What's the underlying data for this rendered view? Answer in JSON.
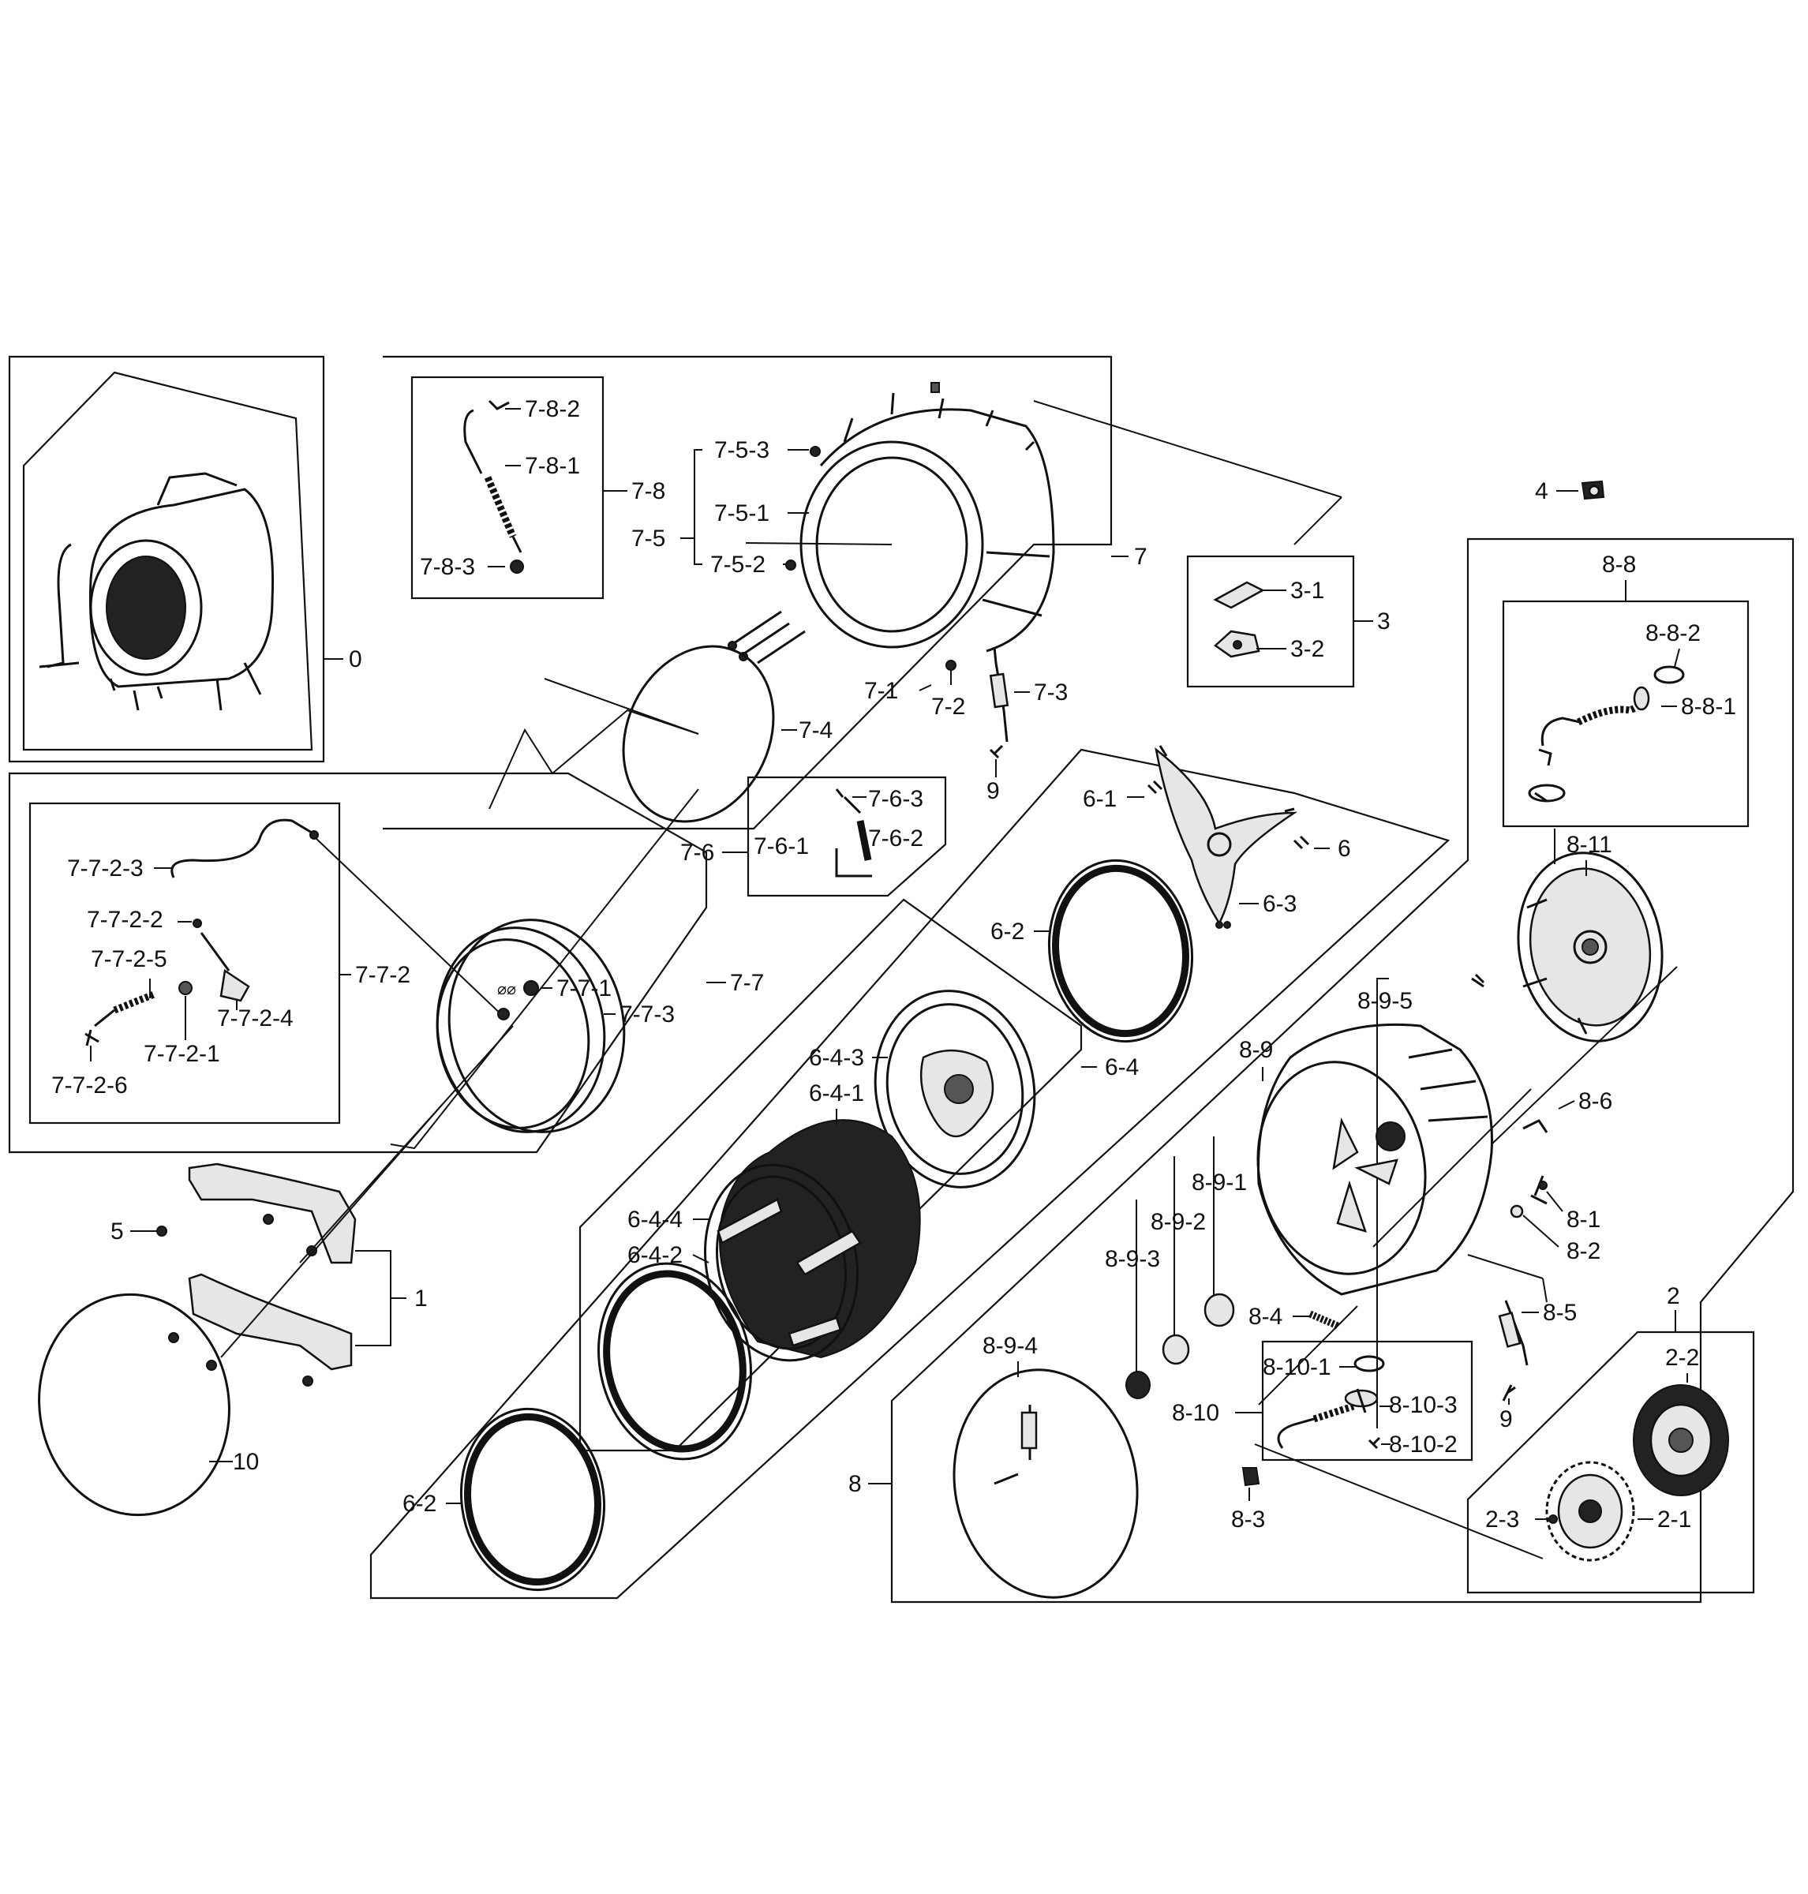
{
  "labels": {
    "l0": "0",
    "l1": "1",
    "l2": "2",
    "l2_1": "2-1",
    "l2_2": "2-2",
    "l2_3": "2-3",
    "l3": "3",
    "l3_1": "3-1",
    "l3_2": "3-2",
    "l4": "4",
    "l5": "5",
    "l6": "6",
    "l6_1": "6-1",
    "l6_2a": "6-2",
    "l6_2b": "6-2",
    "l6_3": "6-3",
    "l6_4": "6-4",
    "l6_4_1": "6-4-1",
    "l6_4_2": "6-4-2",
    "l6_4_3": "6-4-3",
    "l6_4_4": "6-4-4",
    "l7": "7",
    "l7_1": "7-1",
    "l7_2": "7-2",
    "l7_3": "7-3",
    "l7_4": "7-4",
    "l7_5": "7-5",
    "l7_5_1": "7-5-1",
    "l7_5_2": "7-5-2",
    "l7_5_3": "7-5-3",
    "l7_6": "7-6",
    "l7_6_1": "7-6-1",
    "l7_6_2": "7-6-2",
    "l7_6_3": "7-6-3",
    "l7_7": "7-7",
    "l7_7_1": "7-7-1",
    "l7_7_2": "7-7-2",
    "l7_7_3": "7-7-3",
    "l7_7_2_1": "7-7-2-1",
    "l7_7_2_2": "7-7-2-2",
    "l7_7_2_3": "7-7-2-3",
    "l7_7_2_4": "7-7-2-4",
    "l7_7_2_5": "7-7-2-5",
    "l7_7_2_6": "7-7-2-6",
    "l7_8": "7-8",
    "l7_8_1": "7-8-1",
    "l7_8_2": "7-8-2",
    "l7_8_3": "7-8-3",
    "l8": "8",
    "l8_1": "8-1",
    "l8_2": "8-2",
    "l8_3": "8-3",
    "l8_4": "8-4",
    "l8_5": "8-5",
    "l8_6": "8-6",
    "l8_8": "8-8",
    "l8_8_1": "8-8-1",
    "l8_8_2": "8-8-2",
    "l8_9": "8-9",
    "l8_9_1": "8-9-1",
    "l8_9_2": "8-9-2",
    "l8_9_3": "8-9-3",
    "l8_9_4": "8-9-4",
    "l8_9_5": "8-9-5",
    "l8_10": "8-10",
    "l8_10_1": "8-10-1",
    "l8_10_2": "8-10-2",
    "l8_10_3": "8-10-3",
    "l8_11": "8-11",
    "l9a": "9",
    "l9b": "9",
    "l10": "10"
  }
}
